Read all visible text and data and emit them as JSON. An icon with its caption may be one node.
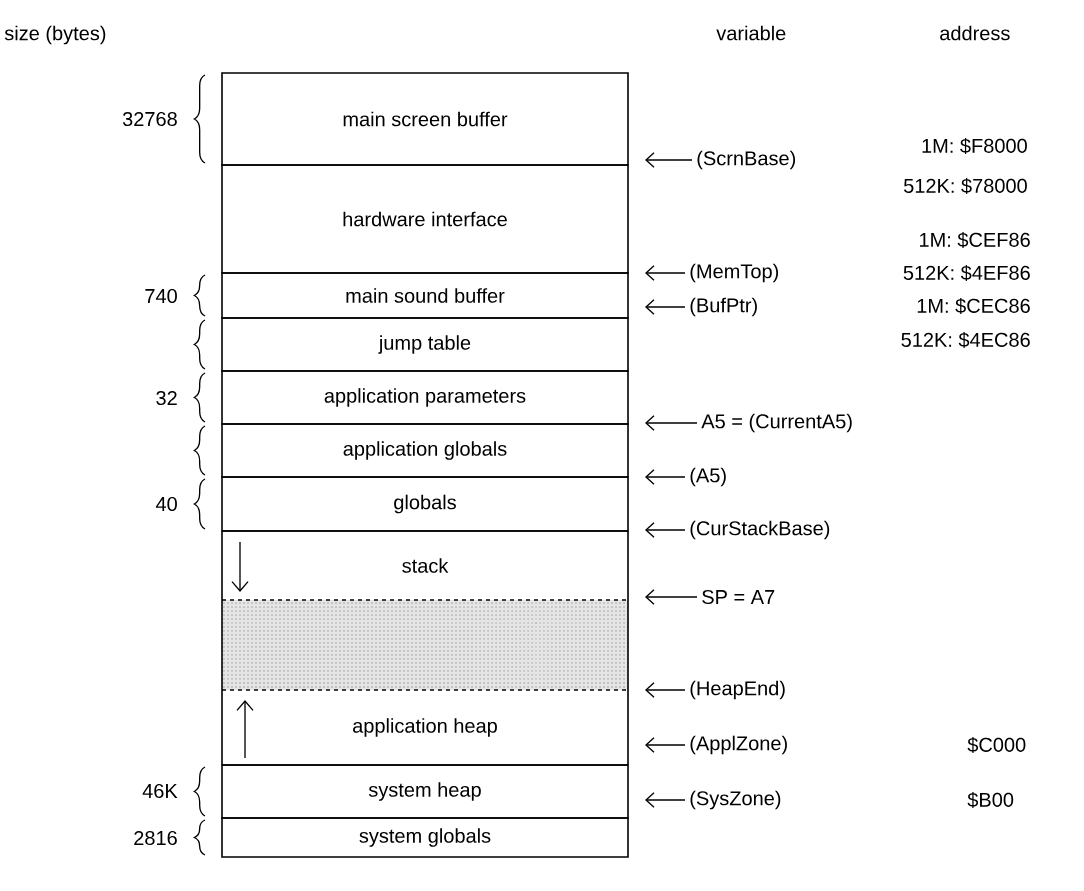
{
  "diagram": {
    "nodes": [
      {
        "text": [
          "main screen buffer"
        ]
      },
      {
        "text": [
          "hardware interface"
        ]
      },
      {
        "text": [
          "main sound buffer"
        ]
      },
      {
        "text": [
          "jump table"
        ]
      },
      {
        "text": [
          "application parameters"
        ]
      },
      {
        "text": [
          "application globals"
        ]
      },
      {
        "text": [
          "globals"
        ]
      },
      {
        "text": [
          "stack"
        ]
      },
      {
        "text": [],
        "shape": "box"
      },
      {
        "text": [
          "application heap"
        ]
      },
      {
        "text": [
          "system heap"
        ]
      },
      {
        "text": [
          "system globals"
        ]
      },
      {
        "text": [
          "(ScrnBase)"
        ]
      },
      {
        "text": [
          "(MemTop)"
        ]
      },
      {
        "text": [
          "(BufPtr)"
        ]
      },
      {
        "text": [
          "A5 = (CurrentA5)"
        ]
      },
      {
        "text": [
          "(A5)"
        ]
      },
      {
        "text": [
          "(CurStackBase)"
        ]
      },
      {
        "text": [
          "SP = A7"
        ]
      },
      {
        "text": [
          "(HeapEnd)"
        ]
      },
      {
        "text": [
          "(ApplZone)"
        ]
      },
      {
        "text": [
          "(SysZone)"
        ]
      }
    ],
    "edges": [
      {
        "from": 12,
        "to": null,
        "arrow": "to"
      },
      {
        "from": 13,
        "to": null,
        "arrow": "to"
      },
      {
        "from": 14,
        "to": null,
        "arrow": "to"
      },
      {
        "from": 15,
        "to": null,
        "arrow": "to"
      },
      {
        "from": 16,
        "to": null,
        "arrow": "to"
      },
      {
        "from": 17,
        "to": null,
        "arrow": "to"
      },
      {
        "from": 18,
        "to": null,
        "arrow": "to"
      },
      {
        "from": 19,
        "to": null,
        "arrow": "to"
      },
      {
        "from": 20,
        "to": null,
        "arrow": "to"
      },
      {
        "from": 21,
        "to": null,
        "arrow": "to"
      }
    ],
    "labels": [
      "size (bytes)",
      "variable",
      "address",
      "32768",
      "1M: $F8000",
      "512K: $78000",
      "1M: $CEF86",
      "740",
      "512K: $4EF86",
      "1M: $CEC86",
      "512K: $4EC86",
      "32",
      "40",
      "46K",
      "$C000",
      "$B00",
      "2816"
    ]
  }
}
